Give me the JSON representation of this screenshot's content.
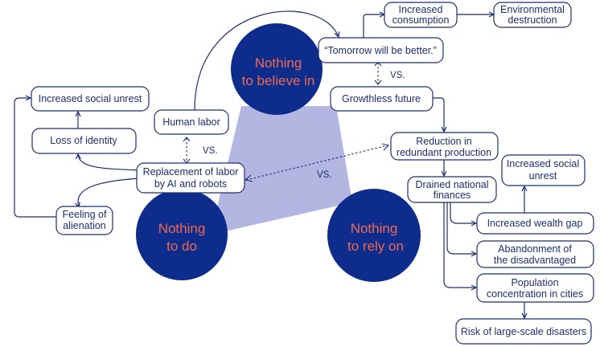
{
  "circles": {
    "believe": [
      "Nothing",
      "to believe in"
    ],
    "do": [
      "Nothing",
      "to do"
    ],
    "rely": [
      "Nothing",
      "to rely on"
    ]
  },
  "nodes": {
    "tomorrow": [
      "“Tomorrow will be better.”"
    ],
    "increased_consumption": [
      "Increased",
      "consumption"
    ],
    "environmental_destruction": [
      "Environmental",
      "destruction"
    ],
    "growthless_future": [
      "Growthless future"
    ],
    "reduction": [
      "Reduction in",
      "redundant production"
    ],
    "drained_finances": [
      "Drained national",
      "finances"
    ],
    "social_unrest_right": [
      "Increased social",
      "unrest"
    ],
    "wealth_gap": [
      "Increased wealth gap"
    ],
    "abandonment": [
      "Abandonment of",
      "the disadvantaged"
    ],
    "population": [
      "Population",
      "concentration in cities"
    ],
    "disasters": [
      "Risk of large-scale disasters"
    ],
    "human_labor": [
      "Human labor"
    ],
    "replacement": [
      "Replacement of labor",
      "by AI and robots"
    ],
    "social_unrest_left": [
      "Increased social unrest"
    ],
    "loss_identity": [
      "Loss of identity"
    ],
    "alienation": [
      "Feeling of",
      "alienation"
    ]
  },
  "vs_labels": {
    "top": "VS.",
    "left": "VS.",
    "middle": "VS."
  },
  "colors": {
    "circle": "#0d2c8c",
    "circle_text": "#ef6a52",
    "triangle": "#b3b6e0",
    "line": "#1c2f70"
  }
}
